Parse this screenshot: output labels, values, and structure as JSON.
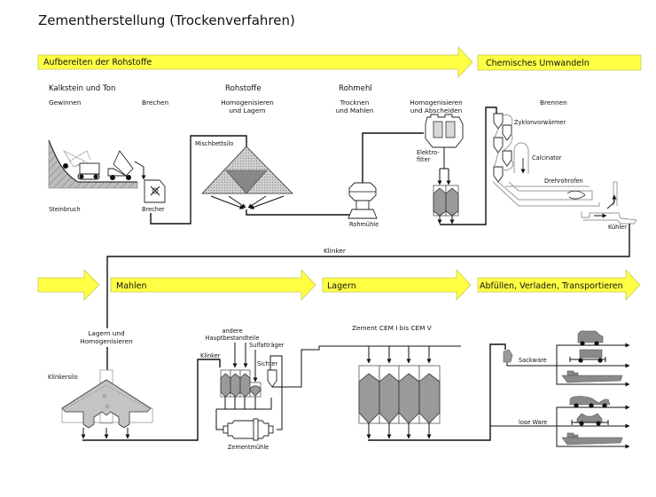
{
  "title": "Zementherstellung (Trockenverfahren)",
  "colors": {
    "band_fill": "#ffff44",
    "band_stroke": "#c8c860",
    "silo_fill": "#9a9a9a",
    "line": "#111111"
  },
  "phases": [
    {
      "id": "aufbereiten",
      "label": "Aufbereiten der Rohstoffe"
    },
    {
      "id": "umwandeln",
      "label": "Chemisches Umwandeln"
    },
    {
      "id": "mahlen",
      "label": "Mahlen"
    },
    {
      "id": "lagern",
      "label": "Lagern"
    },
    {
      "id": "abfuellen",
      "label": "Abfüllen, Verladen, Transportieren"
    }
  ],
  "sections": {
    "kalkstein": {
      "heading": "Kalkstein und Ton",
      "steps": [
        "Gewinnen",
        "Brechen"
      ]
    },
    "rohstoffe": {
      "heading": "Rohstoffe",
      "sub_line1": "Homogenisieren",
      "sub_line2": "und Lagern"
    },
    "rohmehl": {
      "heading": "Rohmehl",
      "sub_line1": "Trocknen",
      "sub_line2": "und Mahlen"
    },
    "homogen": {
      "sub_line1": "Homogenisieren",
      "sub_line2": "und Abscheiden"
    },
    "brennen": {
      "heading": "Brennen"
    },
    "klinker_lager": {
      "line1": "Lagern und",
      "line2": "Homogenisieren"
    },
    "zement": {
      "heading": "Zement CEM I bis CEM V"
    }
  },
  "labels": {
    "steinbruch": "Steinbruch",
    "brecher": "Brecher",
    "mischbettsilo": "Mischbettsilo",
    "rohmuehle": "Rohmühle",
    "elektrofilter_1": "Elektro-",
    "elektrofilter_2": "filter",
    "zyklonvorwaermer": "Zyklonvorwärmer",
    "calcinator": "Calcinator",
    "drehrohrofen": "Drehrohrofen",
    "kuehler": "Kühler",
    "klinker_flow": "Klinker",
    "klinkersilo": "Klinkersilo",
    "klinker_input": "Klinker",
    "andere_1": "andere",
    "andere_2": "Hauptbestandteile",
    "sulfattraeger": "Sulfatträger",
    "sichter": "Sichter",
    "zementmuehle": "Zementmühle",
    "sackware": "Sackware",
    "lose_ware": "lose Ware"
  }
}
